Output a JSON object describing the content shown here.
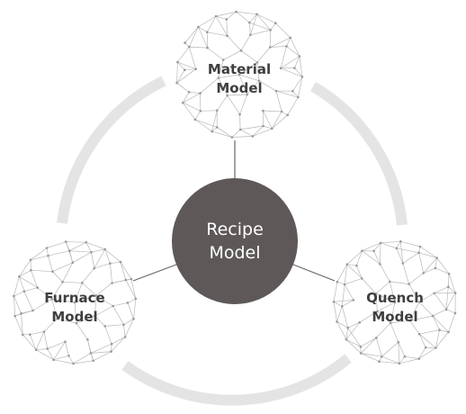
{
  "center": {
    "line1": "Recipe",
    "line2": "Model"
  },
  "nodes": [
    {
      "id": "material",
      "line1": "Material",
      "line2": "Model"
    },
    {
      "id": "furnace",
      "line1": "Furnace",
      "line2": "Model"
    },
    {
      "id": "quench",
      "line1": "Quench",
      "line2": "Model"
    }
  ],
  "colors": {
    "ring": "#e4e4e4",
    "center_fill": "#5e5858",
    "center_text": "#ffffff",
    "node_text": "#3e3e3e",
    "connector": "#666666",
    "mesh_line": "#b8b8b8",
    "mesh_dot": "#9a9a9a"
  },
  "icons": {
    "node_graphic": "wireframe-geodesic-sphere"
  }
}
